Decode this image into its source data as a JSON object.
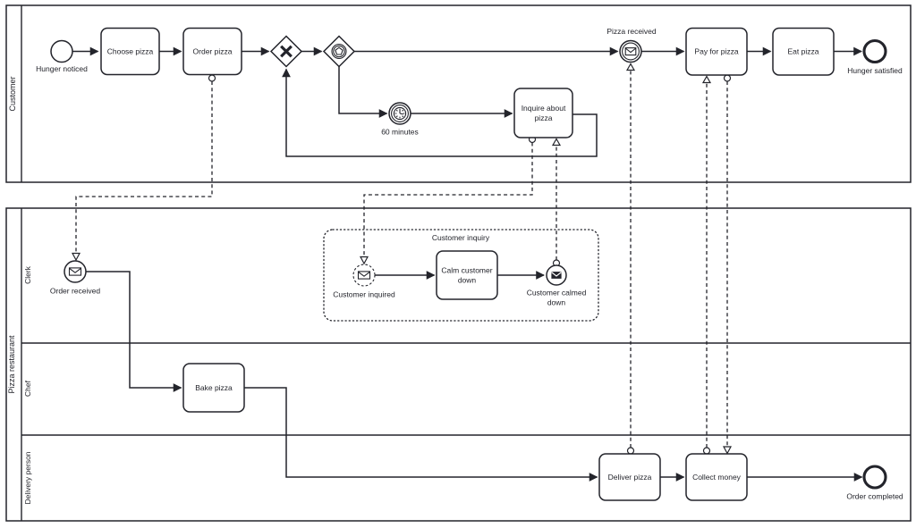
{
  "colors": {
    "stroke": "#23242b",
    "background": "#ffffff"
  },
  "diagram_type": "BPMN collaboration",
  "pools": [
    {
      "label": "Customer",
      "elements": {
        "hunger_noticed": "Hunger noticed",
        "choose_pizza": "Choose pizza",
        "order_pizza": "Order pizza",
        "timer_60": "60 minutes",
        "inquire_line1": "Inquire about",
        "inquire_line2": "pizza",
        "pizza_received": "Pizza received",
        "pay_for_pizza": "Pay for pizza",
        "eat_pizza": "Eat pizza",
        "hunger_satisfied": "Hunger satisfied"
      }
    },
    {
      "label": "Pizza restaurant",
      "lanes": [
        {
          "label": "Clerk",
          "elements": {
            "order_received": "Order received",
            "subprocess_title": "Customer inquiry",
            "customer_inquired": "Customer inquired",
            "calm_line1": "Calm customer",
            "calm_line2": "down",
            "calmed_line1": "Customer calmed",
            "calmed_line2": "down"
          }
        },
        {
          "label": "Chef",
          "elements": {
            "bake_pizza": "Bake pizza"
          }
        },
        {
          "label": "Delivery person",
          "elements": {
            "deliver_pizza": "Deliver pizza",
            "collect_money": "Collect money",
            "order_completed": "Order completed"
          }
        }
      ]
    }
  ]
}
